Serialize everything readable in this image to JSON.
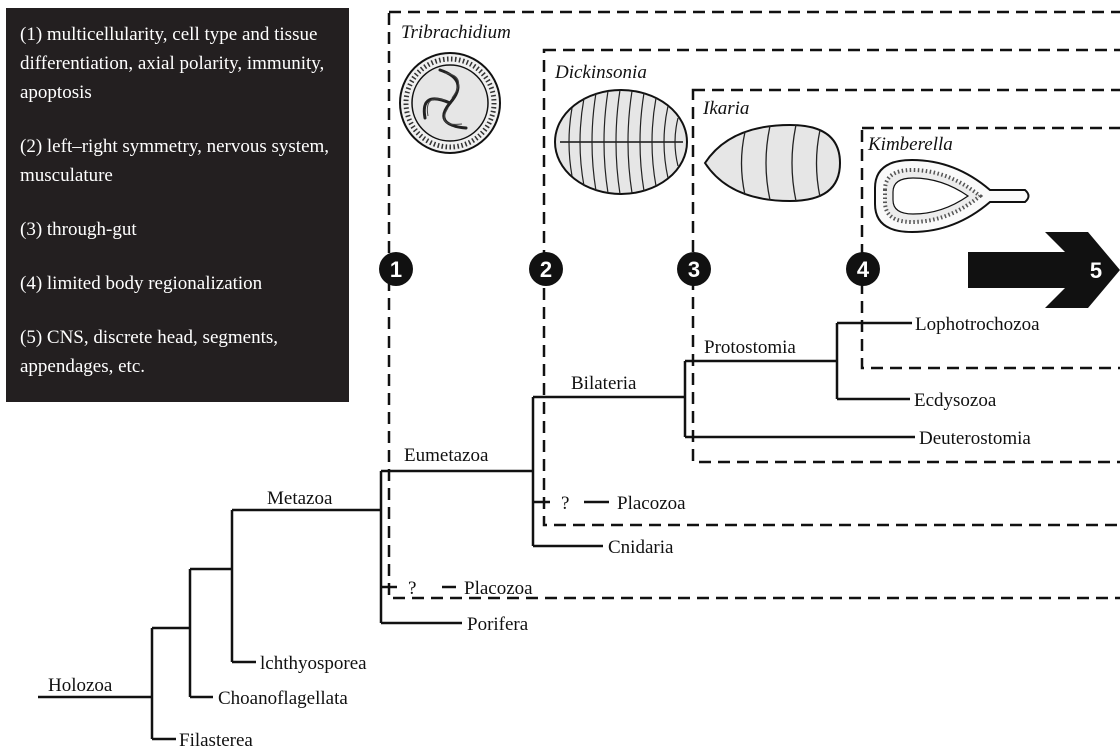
{
  "legend": [
    "(1) multicellularity, cell type and tissue differentiation, axial polarity, immunity, apoptosis",
    "(2) left–right symmetry, nervous system, musculature",
    "(3) through-gut",
    "(4) limited body regionalization",
    "(5) CNS, discrete head, segments, appendages, etc."
  ],
  "fossils": {
    "tribrachidium": "Tribrachidium",
    "dickinsonia": "Dickinsonia",
    "ikaria": "Ikaria",
    "kimberella": "Kimberella"
  },
  "markers": [
    "1",
    "2",
    "3",
    "4",
    "5"
  ],
  "clades": {
    "holozoa": "Holozoa",
    "filasterea": "Filasterea",
    "choanoflagellata": "Choanoflagellata",
    "ichthyosporea": "lchthyosporea",
    "metazoa": "Metazoa",
    "porifera": "Porifera",
    "placozoa_basal": "Placozoa",
    "eumetazoa": "Eumetazoa",
    "cnidaria": "Cnidaria",
    "placozoa_eumetazoa": "Placozoa",
    "bilateria": "Bilateria",
    "deuterostomia": "Deuterostomia",
    "protostomia": "Protostomia",
    "ecdysozoa": "Ecdysozoa",
    "lophotrochozoa": "Lophotrochozoa"
  },
  "uncertain_mark": "?",
  "colors": {
    "ink": "#111111",
    "panel": "#231f20"
  }
}
